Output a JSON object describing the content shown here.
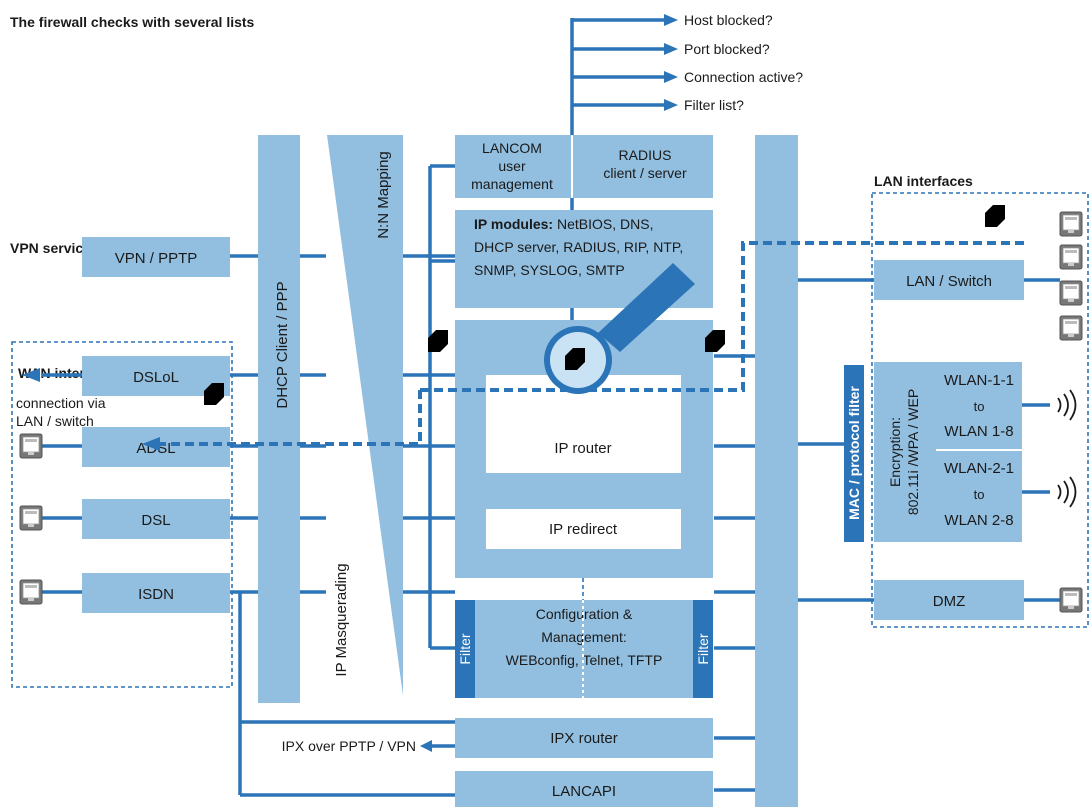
{
  "title": "The firewall checks with several lists",
  "checks": [
    "Host blocked?",
    "Port blocked?",
    "Connection active?",
    "Filter list?"
  ],
  "sections": {
    "vpn_services": "VPN services",
    "wan_interfaces": "WAN interfaces",
    "lan_interfaces": "LAN interfaces"
  },
  "wan": {
    "vpn_pptp": "VPN / PPTP",
    "dslol": "DSLoL",
    "connection_via": [
      "connection via",
      "LAN / switch"
    ],
    "adsl": "ADSL",
    "dsl": "DSL",
    "isdn": "ISDN"
  },
  "columns": {
    "dhcp": "DHCP Client / PPP",
    "nn_mapping": "N:N Mapping",
    "ip_masquerading": "IP Masquerading",
    "mac_filter": "MAC / protocol filter"
  },
  "core": {
    "lancom_user_mgmt": [
      "LANCOM",
      "user",
      "management"
    ],
    "radius": [
      "RADIUS",
      "client / server"
    ],
    "ip_modules_bold": "IP modules:",
    "ip_modules": [
      " NetBIOS, DNS,",
      "DHCP server, RADIUS, RIP, NTP,",
      "SNMP, SYSLOG, SMTP"
    ],
    "ip_router": "IP router",
    "ip_redirect": "IP redirect",
    "config": [
      "Configuration &",
      "Management:",
      "WEBconfig, Telnet, TFTP"
    ],
    "filter": "Filter",
    "ipx_router": "IPX router",
    "ipx_over": "IPX over PPTP / VPN",
    "lancapi": "LANCAPI"
  },
  "lan": {
    "lan_switch": "LAN / Switch",
    "encryption": [
      "Encryption:",
      "802.11i /WPA / WEP"
    ],
    "wlan1": [
      "WLAN-1-1",
      "to",
      "WLAN 1-8"
    ],
    "wlan2": [
      "WLAN-2-1",
      "to",
      "WLAN 2-8"
    ],
    "dmz": "DMZ"
  },
  "icons": {
    "firewall": "cube-icon",
    "port": "ethernet-port-icon",
    "wireless": "wireless-waves-icon",
    "magnifier": "magnifier-icon"
  },
  "colors": {
    "box": "#92bfe0",
    "line": "#2b74b8",
    "dark": "#2b74b8"
  }
}
